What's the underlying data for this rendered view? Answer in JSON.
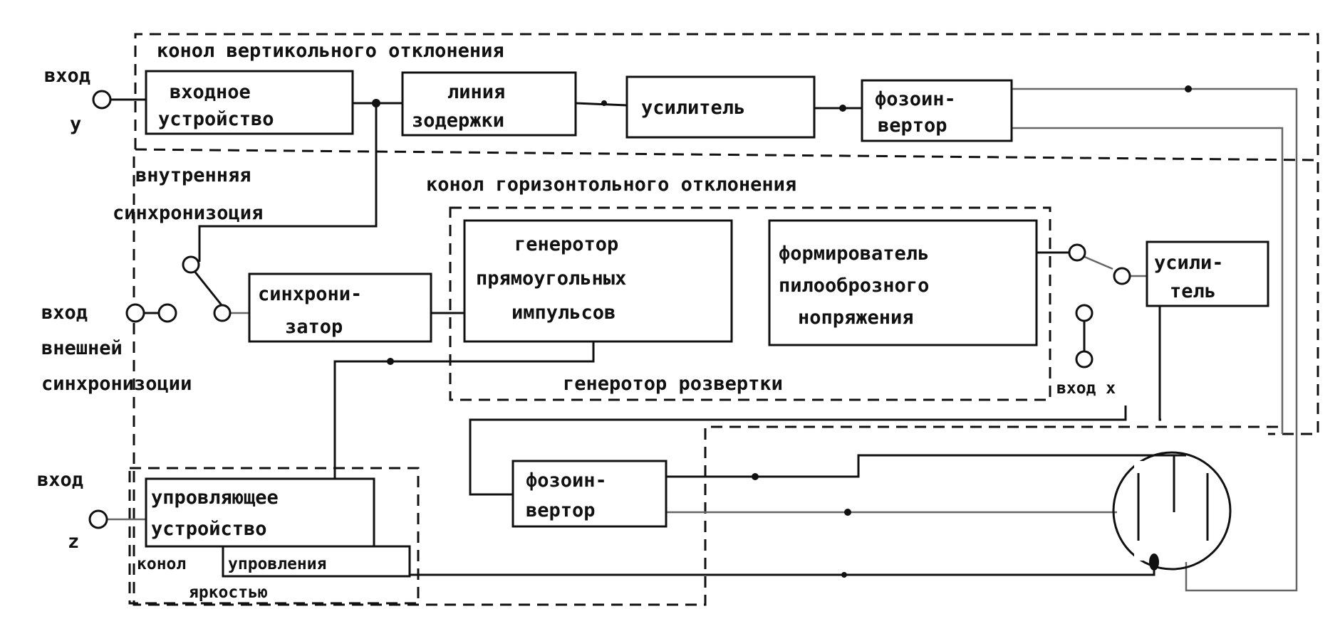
{
  "title": "",
  "sections": {
    "vertical": "конол вертикольного отклонения",
    "horizontal": "конол горизонтольного отклонения",
    "sweep": "генеротор розвертки",
    "brightness_line1": "конол",
    "brightness_line2": "яркостью"
  },
  "inputs": {
    "y_label": "вход",
    "y_sub": "y",
    "ext_line1": "вход",
    "ext_line2": "внешней",
    "ext_line3": "синхронизоции",
    "x_label": "вход x",
    "z_label": "вход",
    "z_sub": "z"
  },
  "sync_label": {
    "line1": "внутренняя",
    "line2": "синхронизоция"
  },
  "blocks": {
    "input_device": [
      "входное",
      "устройство"
    ],
    "delay_line": [
      "линия",
      "зодержки"
    ],
    "amplifier_v": [
      "усилитель"
    ],
    "phase_inv_v": [
      "фозоин-",
      "вертор"
    ],
    "synchronizer": [
      "синхрони-",
      "затор"
    ],
    "rect_gen": [
      "генеротор",
      "прямоугольных",
      "импульсов"
    ],
    "saw_former": [
      "формирователь",
      "пилооброзного",
      "нопряжения"
    ],
    "amplifier_h": [
      "усили-",
      "тель"
    ],
    "phase_inv_h": [
      "фозоин-",
      "вертор"
    ],
    "control_device": [
      "упровляющее",
      "устройство"
    ],
    "control_label": [
      "упровления"
    ]
  },
  "icons": {
    "crt": "crt-tube-icon",
    "terminal": "terminal-circle-icon",
    "switch": "switch-icon",
    "junction": "junction-dot-icon"
  },
  "colors": {
    "ink": "#111111",
    "paper": "#ffffff",
    "faint": "#666666"
  }
}
